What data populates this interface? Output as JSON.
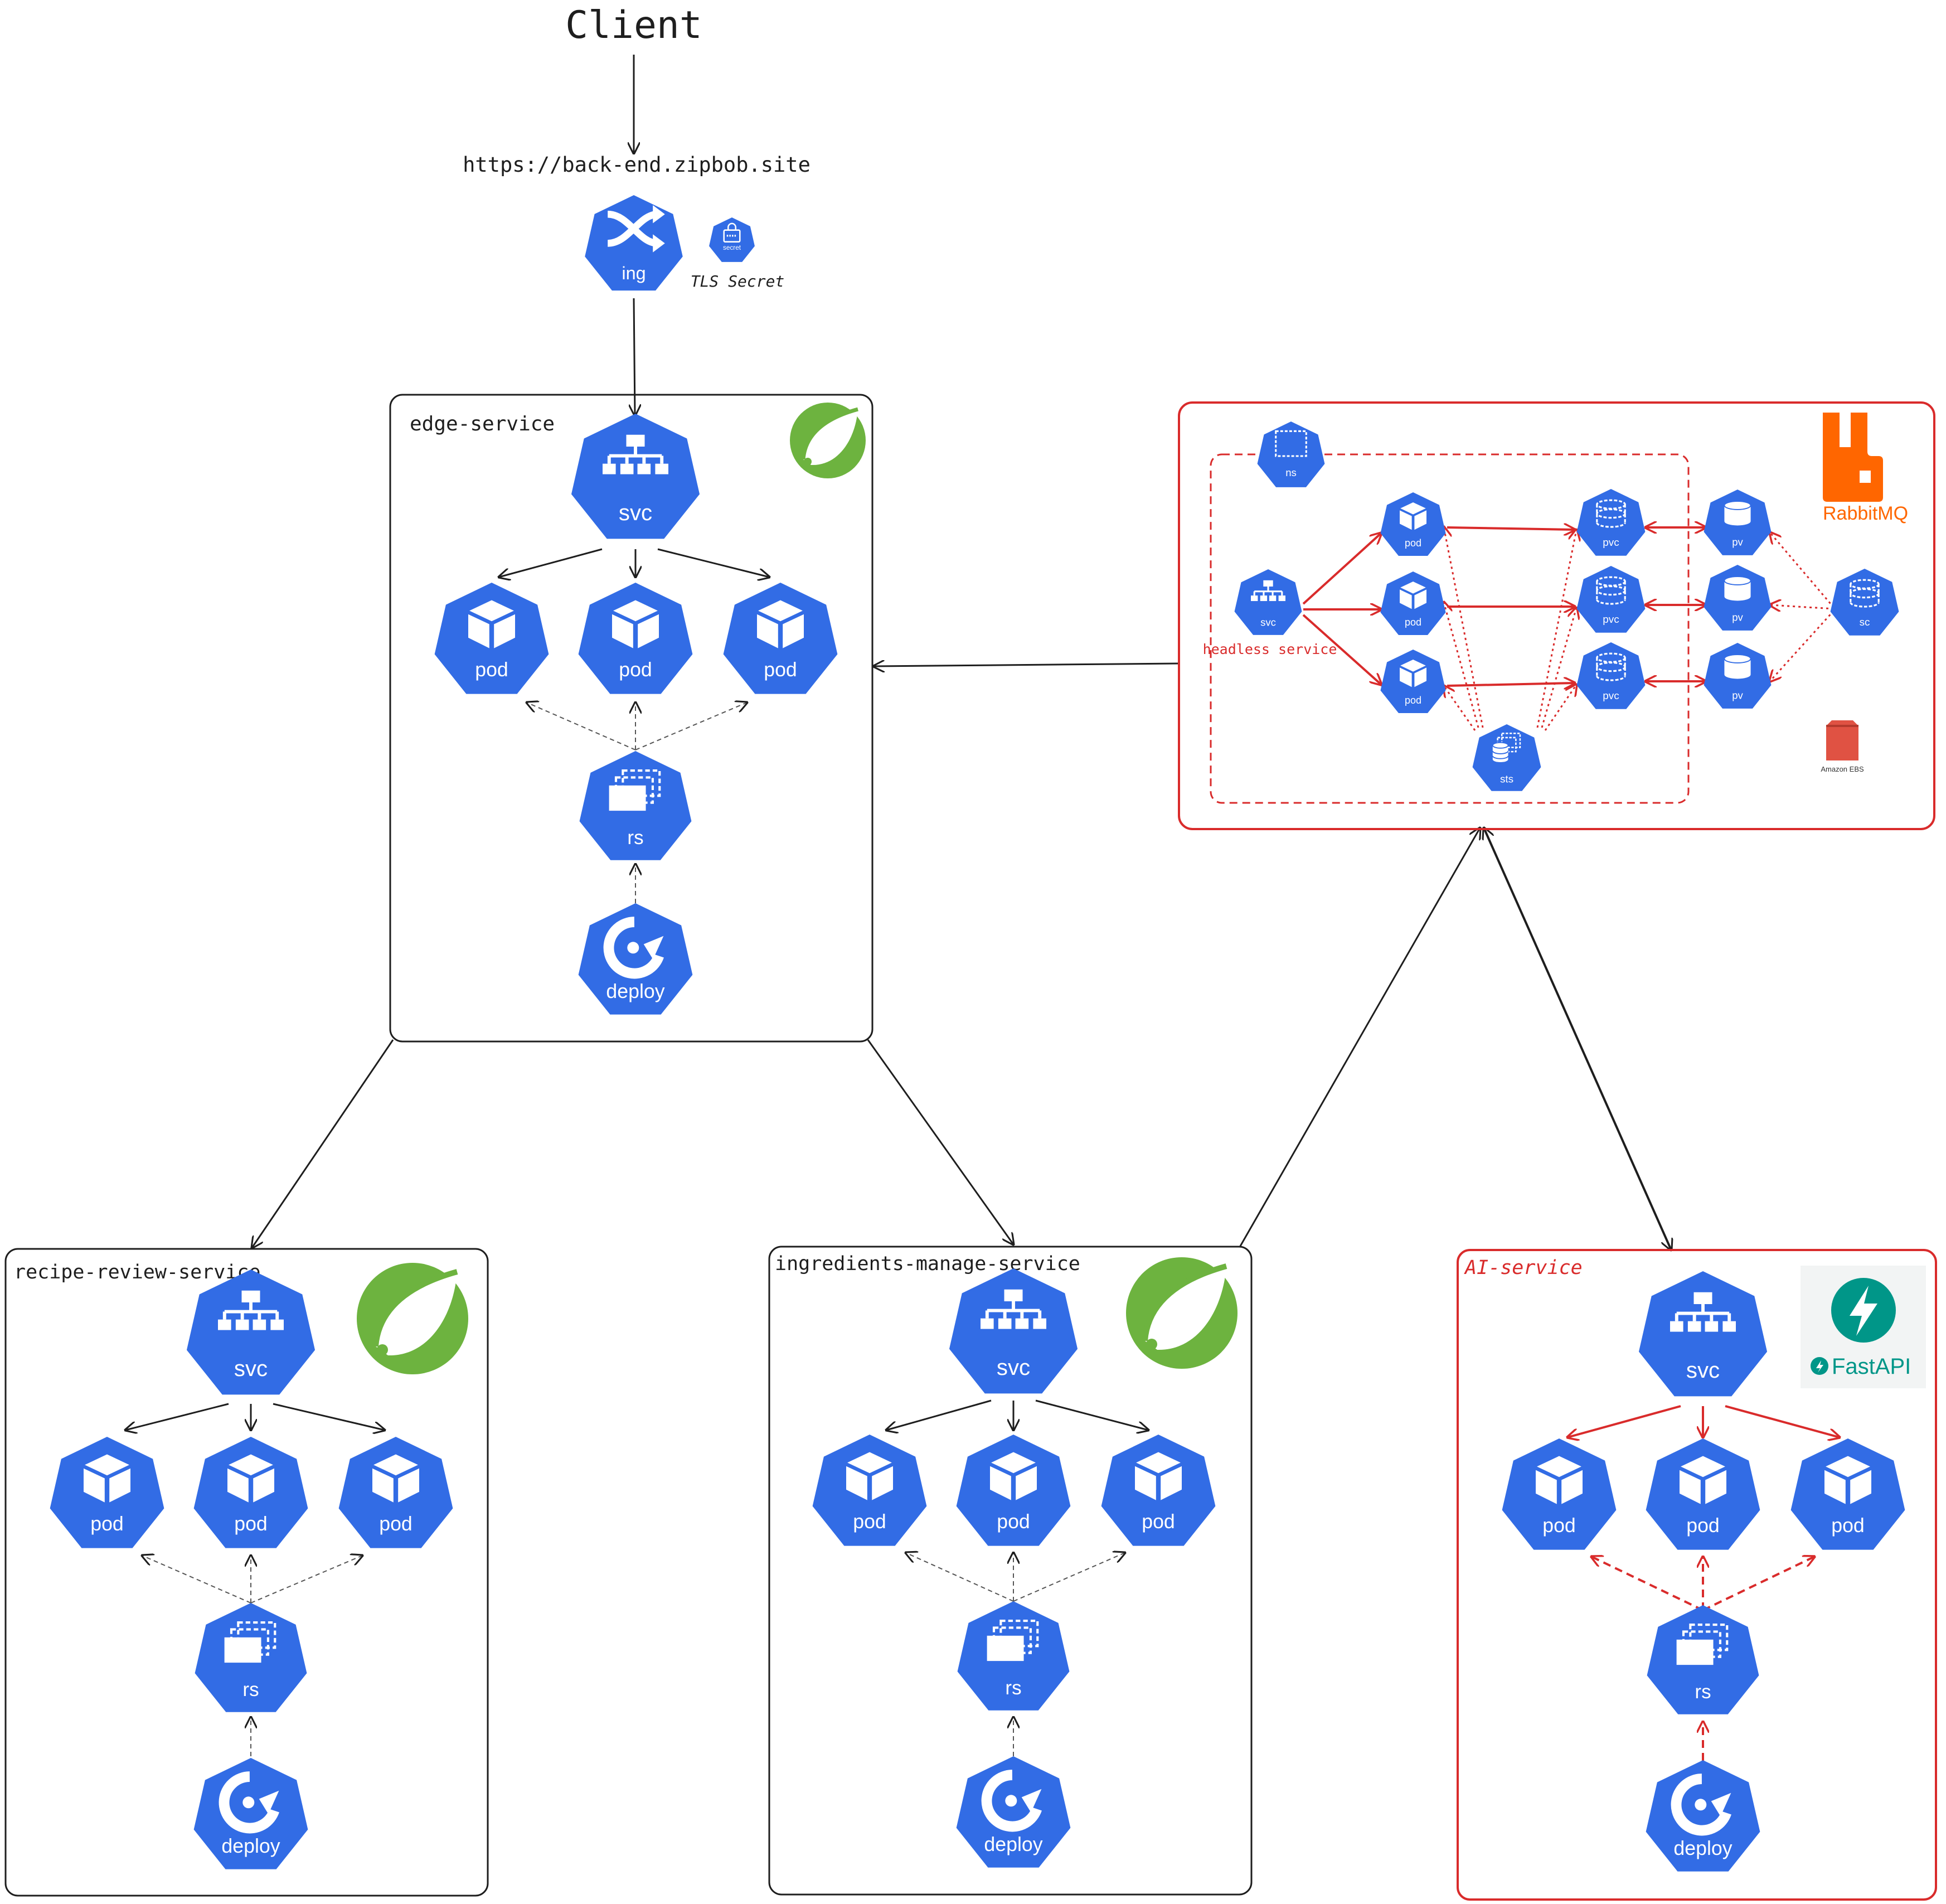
{
  "client": {
    "title": "Client",
    "url": "https://back-end.zipbob.site"
  },
  "ingress": {
    "label": "ing",
    "secret_badge": "secret",
    "secret_caption": "TLS Secret"
  },
  "edge_service": {
    "name": "edge-service",
    "svc": "svc",
    "pods": [
      "pod",
      "pod",
      "pod"
    ],
    "rs": "rs",
    "deploy": "deploy"
  },
  "recipe_review_service": {
    "name": "recipe-review-service",
    "svc": "svc",
    "pods": [
      "pod",
      "pod",
      "pod"
    ],
    "rs": "rs",
    "deploy": "deploy"
  },
  "ingredients_manage_service": {
    "name": "ingredients-manage-service",
    "svc": "svc",
    "pods": [
      "pod",
      "pod",
      "pod"
    ],
    "rs": "rs",
    "deploy": "deploy"
  },
  "ai_service": {
    "name": "AI-service",
    "logo_text": "FastAPI",
    "svc": "svc",
    "pods": [
      "pod",
      "pod",
      "pod"
    ],
    "rs": "rs",
    "deploy": "deploy"
  },
  "rabbitmq": {
    "logo_text": "RabbitMQ",
    "ns": "ns",
    "svc": "svc",
    "headless_caption": "headless service",
    "pods": [
      "pod",
      "pod",
      "pod"
    ],
    "pvcs": [
      "pvc",
      "pvc",
      "pvc"
    ],
    "pvs": [
      "pv",
      "pv",
      "pv"
    ],
    "sc": "sc",
    "sts": "sts",
    "ebs_caption": "Amazon EBS"
  },
  "colors": {
    "k8s_blue": "#326ce5",
    "spring_green": "#6db33f",
    "rabbit_orange": "#ff6600",
    "accent_red": "#d92b2b",
    "fastapi_teal": "#009688",
    "line": "#1e1e1e"
  },
  "icons": {
    "ing": "shuffle-icon",
    "svc": "hierarchy-icon",
    "pod": "cube-icon",
    "rs": "stacked-cards-icon",
    "deploy": "refresh-icon",
    "pvc": "database-icon",
    "pv": "cylinder-icon",
    "sts": "database-stack-icon",
    "ns": "dashed-square-icon",
    "spring": "leaf-icon",
    "rabbitmq": "rabbit-icon",
    "fastapi": "bolt-icon",
    "ebs": "storage-icon"
  }
}
